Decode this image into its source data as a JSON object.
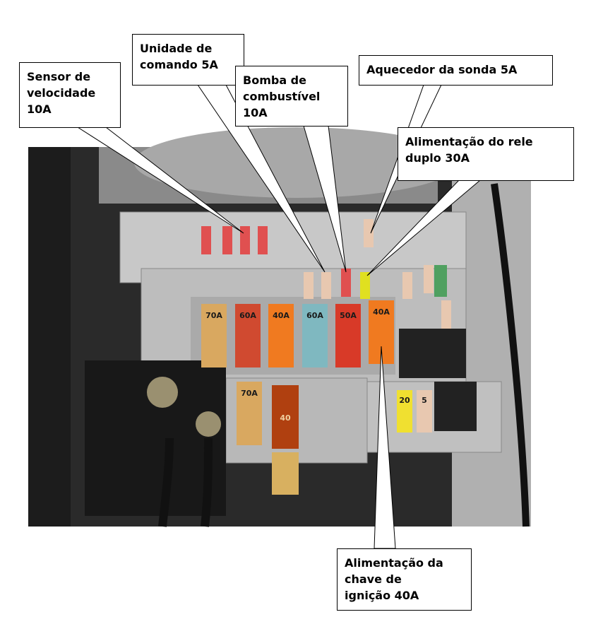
{
  "callouts": {
    "sensor": "Sensor de\nvelocidade\n10A",
    "unidade": "Unidade de\ncomando 5A",
    "bomba": "Bomba de\ncombustível\n10A",
    "aquecedor": "Aquecedor da sonda 5A",
    "rele": "Alimentação do rele\nduplo 30A",
    "chave": "Alimentação da\nchave de\nignição 40A"
  },
  "fuses": {
    "large_top": [
      "70A",
      "60A",
      "40A",
      "60A",
      "50A",
      "40A"
    ],
    "large_bottom": [
      "70A",
      "40"
    ],
    "small_right": [
      "20",
      "5"
    ]
  },
  "colors": {
    "fuse_70A": "#d9a860",
    "fuse_60A": "#d04a30",
    "fuse_40A": "#f07a20",
    "fuse_60A_blue": "#7fb8c0",
    "fuse_50A": "#d83a28",
    "fuse_5A": "#e8c8b0",
    "fuse_10A": "#e05050",
    "fuse_20A": "#f0e030"
  }
}
